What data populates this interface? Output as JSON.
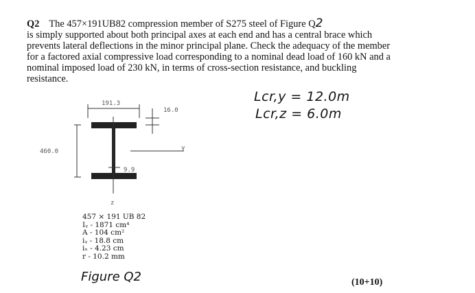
{
  "question": {
    "number": "Q2",
    "text_lines": [
      "The 457×191UB82 compression member of S275 steel of Figure Q",
      "is simply supported about both principal axes at each end and has a central brace which",
      "prevents lateral deflections in the minor principal plane. Check the adequacy of the member",
      "for a factored axial compressive load corresponding to a nominal dead load of 160 kN and a",
      "nominal imposed load of 230 kN, in terms of cross-section resistance, and buckling",
      "resistance."
    ],
    "handwritten_correction": "2",
    "marks": "(10+10)"
  },
  "annotations": {
    "line1": "Lcr,y = 12.0m",
    "line2": "Lcr,z = 6.0m"
  },
  "figure": {
    "dimensions": {
      "width": "191.3",
      "height": "460.0",
      "flange": "16.0",
      "web": "9.9"
    },
    "axis_label": "z",
    "axis_label_y": "y",
    "properties": [
      "457 × 191 UB 82",
      "Iᵧ - 1871 cm⁴",
      "A - 104 cm²",
      "iᵧ - 18.8 cm",
      "iₓ - 4.23 cm",
      "r - 10.2 mm"
    ],
    "label": "Figure Q2"
  }
}
